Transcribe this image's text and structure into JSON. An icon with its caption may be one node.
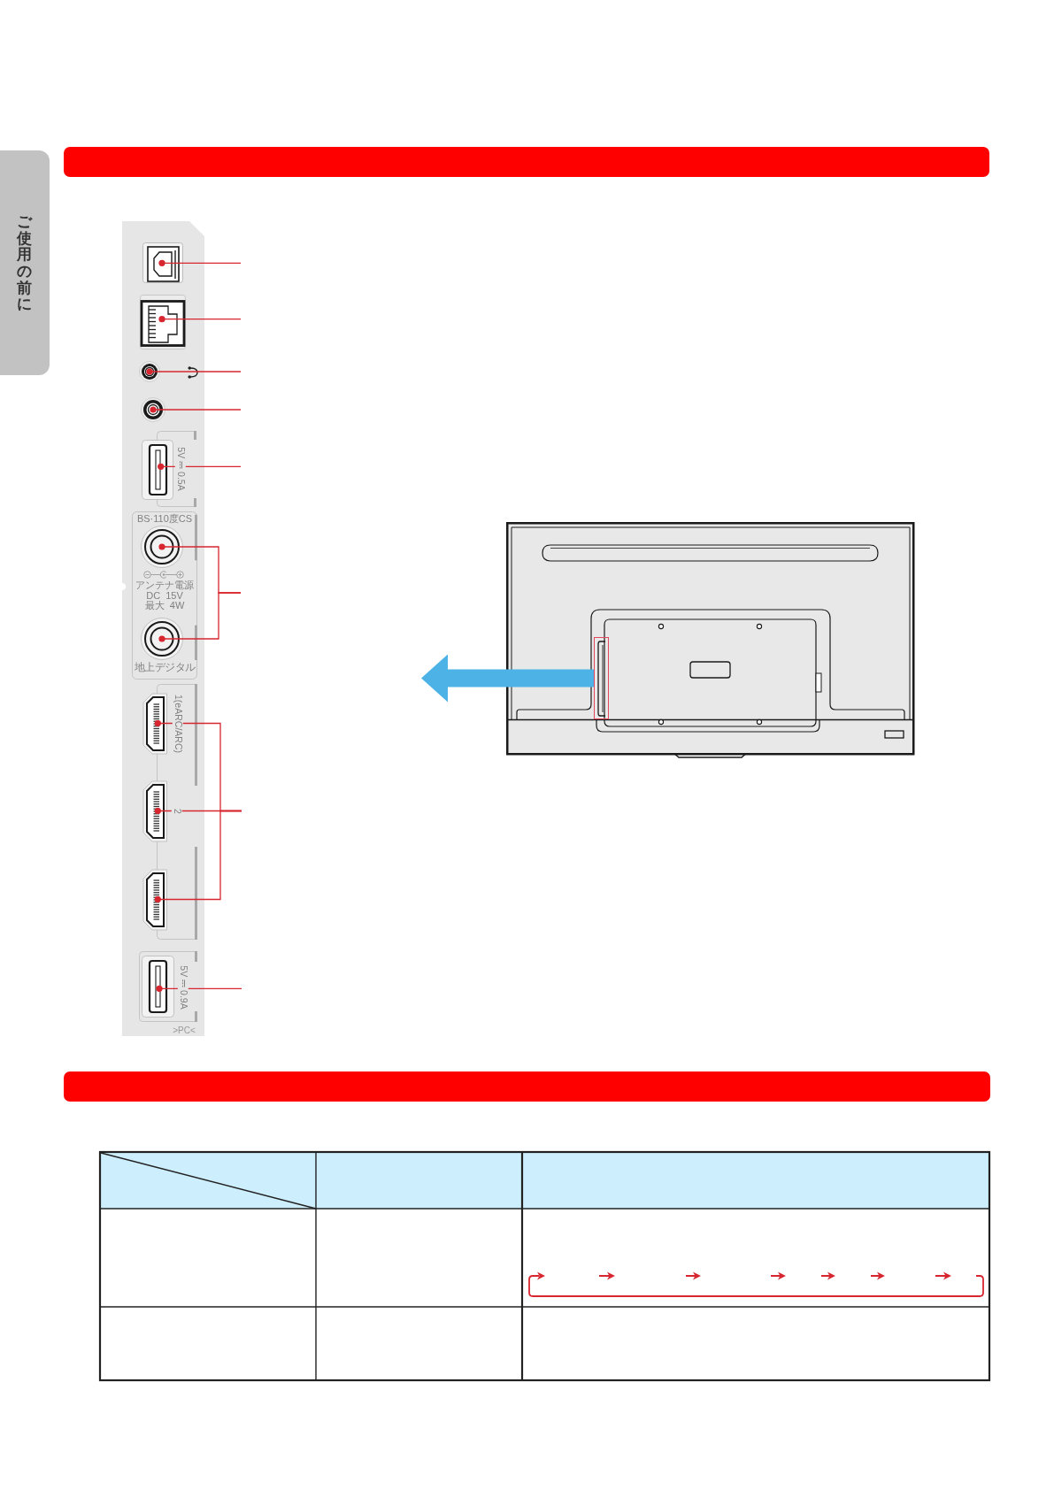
{
  "diagram": {
    "nodes": [
      {
        "text": [
          "ご使用の前に"
        ]
      },
      {
        "text": [],
        "shape": "bar"
      },
      {
        "text": [
          ">PC<"
        ]
      },
      {
        "text": [],
        "shape": "picture",
        "in": 2
      },
      {
        "text": [],
        "shape": "picture",
        "in": 2
      },
      {
        "text": [],
        "shape": "circle",
        "in": 2
      },
      {
        "text": [],
        "shape": "circle",
        "in": 2
      },
      {
        "text": [],
        "shape": "picture",
        "in": 2,
        "beside": [
          "5V ⎓ 0.5A"
        ]
      },
      {
        "text": [
          "BS·110度CS",
          "アンテナ電源 DC 15V 最大 4W",
          "地上デジタル"
        ],
        "in": 2
      },
      {
        "text": [],
        "shape": "circle",
        "in": 8
      },
      {
        "text": [],
        "shape": "circle",
        "in": 8
      },
      {
        "text": [],
        "shape": "picture",
        "in": 2,
        "beside": [
          "1(eARC/ARC)"
        ]
      },
      {
        "text": [],
        "shape": "picture",
        "in": 2,
        "beside": [
          "2"
        ]
      },
      {
        "text": [],
        "shape": "picture",
        "in": 2
      },
      {
        "text": [],
        "shape": "picture",
        "in": 2,
        "beside": [
          "5V ⎓ 0.9A"
        ]
      },
      {
        "text": [],
        "shape": "picture"
      },
      {
        "text": [],
        "shape": "box",
        "in": 15
      },
      {
        "text": [],
        "shape": "bar"
      }
    ],
    "edges": [
      {
        "from": null,
        "to": 3,
        "arrow": "other"
      },
      {
        "from": null,
        "to": 4,
        "arrow": "other"
      },
      {
        "from": null,
        "to": 5,
        "arrow": "other"
      },
      {
        "from": null,
        "to": 6,
        "arrow": "other"
      },
      {
        "from": null,
        "to": 7,
        "arrow": "other"
      },
      {
        "from": null,
        "to": 9,
        "arrow": "other"
      },
      {
        "from": null,
        "to": 10,
        "arrow": "other"
      },
      {
        "from": null,
        "to": 11,
        "arrow": "other"
      },
      {
        "from": null,
        "to": 12,
        "arrow": "other"
      },
      {
        "from": null,
        "to": 13,
        "arrow": "other"
      },
      {
        "from": null,
        "to": 14,
        "arrow": "other"
      },
      {
        "from": 16,
        "to": null,
        "arrow": "to",
        "style": "thick",
        "color": "#4db3e6"
      }
    ]
  }
}
